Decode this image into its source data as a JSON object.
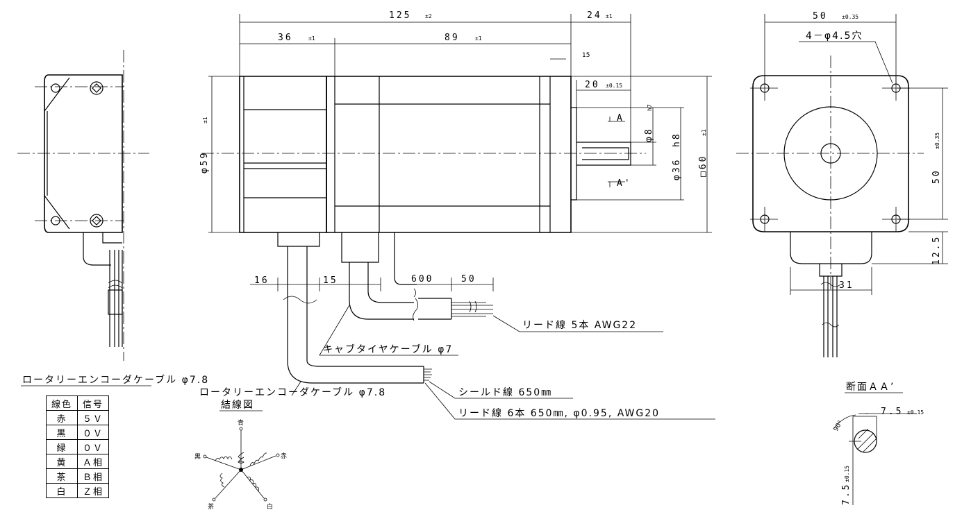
{
  "dimensions": {
    "overall_length": "125",
    "overall_length_tol": "±2",
    "shaft_length": "24",
    "shaft_length_tol": "±1",
    "encoder_length": "36",
    "encoder_length_tol": "±1",
    "motor_length": "89",
    "motor_length_tol": "±1",
    "flange_thickness": "15",
    "key_length": "20",
    "key_length_tol": "±0.15",
    "encoder_dia": "φ59",
    "encoder_dia_tol": "±1",
    "shaft_dia": "φ8",
    "shaft_dia_tol": "h7",
    "pilot_dia": "φ36",
    "pilot_dia_tol": "h8",
    "flange_square": "□60",
    "flange_square_tol": "±1",
    "cable_offset_1": "16",
    "cable_offset_2": "15",
    "lead_length_1": "600",
    "lead_length_2": "50",
    "flange_pitch": "50",
    "flange_pitch_tol": "±0.35",
    "hole_spec": "4－φ4.5穴",
    "pitch_vertical": "50",
    "pitch_vertical_tol": "±0.35",
    "box_height": "12.5",
    "box_width": "31"
  },
  "labels": {
    "lead_5": "リード線 5本 AWG22",
    "cabtyre": "キャブタイヤケーブル φ7",
    "encoder_cable": "ロータリーエンコーダケーブル φ7.8",
    "shield": "シールド線 650㎜",
    "lead_6": "リード線 6本 650㎜, φ0.95, AWG20",
    "wiring_title": "結線図",
    "section_title": "断面ＡＡ’",
    "section_a": "A",
    "section_a_prime": "A'",
    "sec_dim_1": "7.5",
    "sec_dim_1_tol": "±0.15",
    "sec_dim_2": "7.5",
    "sec_dim_2_tol": "±0.15",
    "sec_angle": "90°"
  },
  "wire_table": {
    "headers": [
      "線色",
      "信号"
    ],
    "rows": [
      [
        "赤",
        "５Ｖ"
      ],
      [
        "黒",
        "０Ｖ"
      ],
      [
        "緑",
        "０Ｖ"
      ],
      [
        "黄",
        "Ａ相"
      ],
      [
        "茶",
        "Ｂ相"
      ],
      [
        "白",
        "Ｚ相"
      ]
    ]
  },
  "wiring_colors": {
    "top": "青",
    "left": "黒",
    "right": "赤",
    "bottom_left": "茶",
    "bottom_right": "白"
  }
}
